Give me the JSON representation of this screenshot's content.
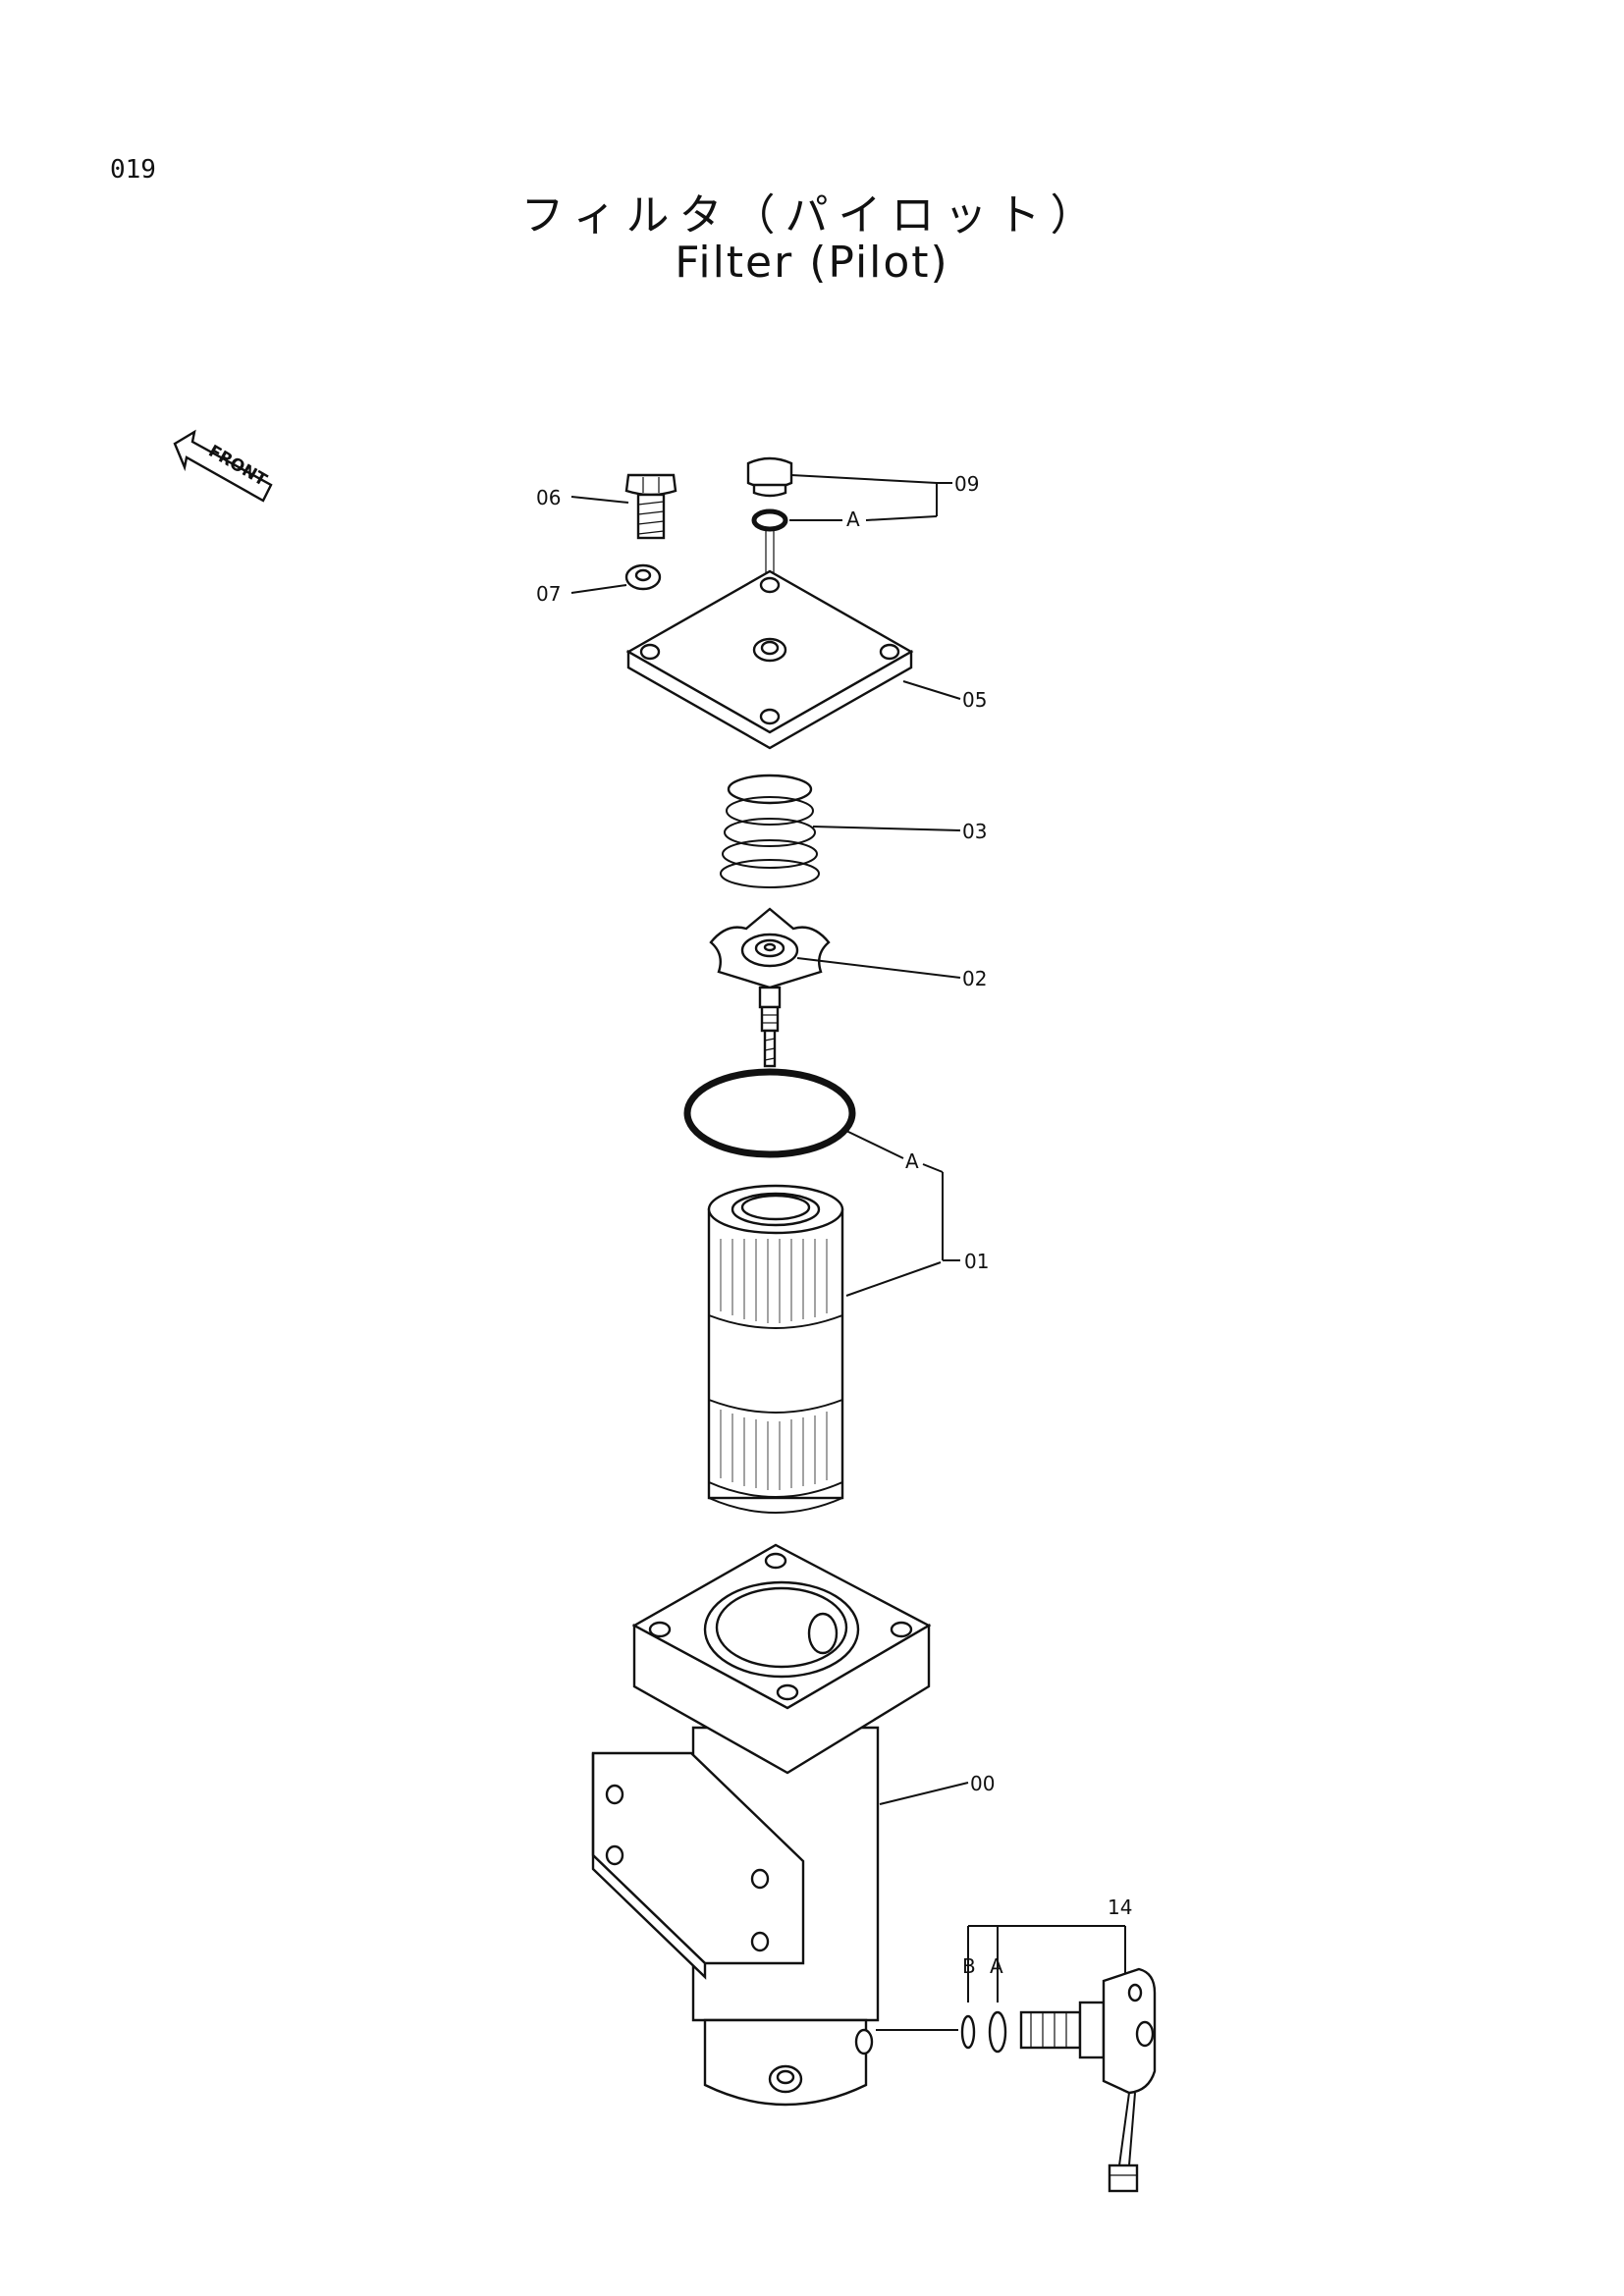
{
  "page_number": "019",
  "title_jp": "フィルタ（パイロット）",
  "title_en": "Filter (Pilot)",
  "front_label": "FRONT",
  "labels": {
    "p06": "06",
    "p07": "07",
    "p09": "09",
    "p05": "05",
    "p03": "03",
    "p02": "02",
    "p01": "01",
    "p00": "00",
    "p14": "14",
    "a_top": "A",
    "a_mid": "A",
    "a_bottom": "A",
    "b_bottom": "B"
  }
}
